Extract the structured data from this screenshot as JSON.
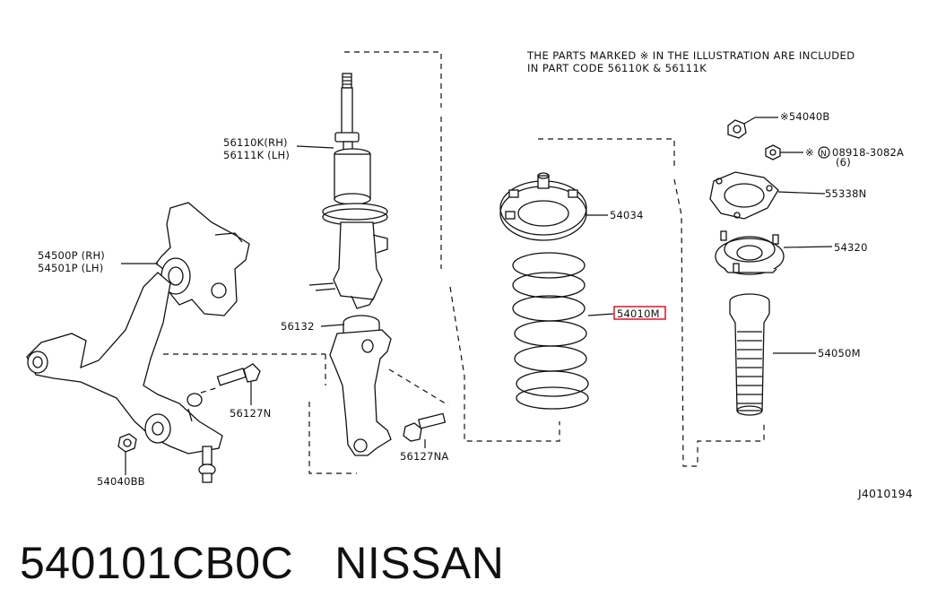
{
  "note": {
    "line1": "THE PARTS MARKED  ※ IN THE ILLUSTRATION ARE INCLUDED",
    "line2": "IN PART CODE 56110K & 56111K"
  },
  "labels": {
    "strut_rh": "56110K(RH)",
    "strut_lh": "56111K (LH)",
    "knuckle_rh": "54500P (RH)",
    "knuckle_lh": "54501P (LH)",
    "p56132": "56132",
    "p56127n": "56127N",
    "p56127na": "56127NA",
    "p54040bb": "54040BB",
    "p54034": "54034",
    "p54010m": "54010M",
    "p54040b": "※54040B",
    "p08918_prefix": "※",
    "p08918_circle": "N",
    "p08918": "08918-3082A",
    "p08918_qty": "(6)",
    "p55338n": "55338N",
    "p54320": "54320",
    "p54050m": "54050M",
    "drawing_code": "J4010194"
  },
  "highlight_color": "#e0001b",
  "caption": {
    "part_number": "540101CB0C",
    "brand": "NISSAN"
  }
}
